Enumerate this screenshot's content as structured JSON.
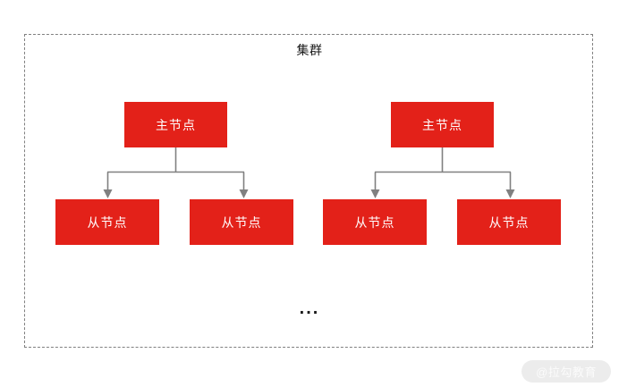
{
  "diagram": {
    "title": "集群",
    "ellipsis": "...",
    "colors": {
      "node_fill": "#e32119",
      "node_text": "#ffffff",
      "boundary_border": "#808080",
      "connector": "#808080",
      "background": "#ffffff",
      "title_text": "#1a1a1a",
      "watermark_pill": "#ececec",
      "watermark_text": "#fbfbfb"
    },
    "groups": [
      {
        "master": {
          "label": "主节点"
        },
        "slaves": [
          {
            "label": "从节点"
          },
          {
            "label": "从节点"
          }
        ]
      },
      {
        "master": {
          "label": "主节点"
        },
        "slaves": [
          {
            "label": "从节点"
          },
          {
            "label": "从节点"
          }
        ]
      }
    ]
  },
  "watermark": {
    "text": "@拉勾教育"
  }
}
